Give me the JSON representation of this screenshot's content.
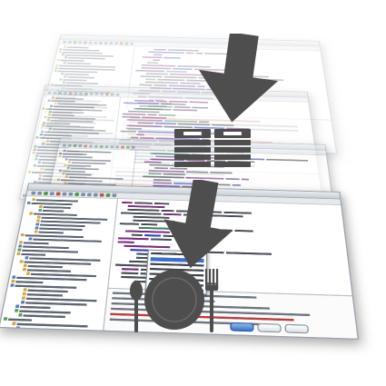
{
  "scene": {
    "description_tag": "stacked-ide-windows",
    "layers": [
      {
        "id": "layer1",
        "tree_rows": 34,
        "code_rows": 22,
        "console_rows": 6
      },
      {
        "id": "layer2",
        "tree_rows": 34,
        "code_rows": 22,
        "console_rows": 6
      },
      {
        "id": "layer3",
        "tree_rows": 34,
        "code_rows": 22,
        "console_rows": 6
      },
      {
        "id": "layer4",
        "tree_rows": 34,
        "code_rows": 22,
        "console_rows": 6
      }
    ]
  },
  "icons": {
    "arrow_top": "down-arrow-icon",
    "arrow_mid": "down-arrow-icon",
    "money": "money-stack-icon",
    "meal": "plate-cutlery-icon"
  },
  "colors": {
    "symbol_gray": "#4e4e4e",
    "window_frame": "#9aa3ad",
    "selection_blue": "#3b6ecf"
  }
}
